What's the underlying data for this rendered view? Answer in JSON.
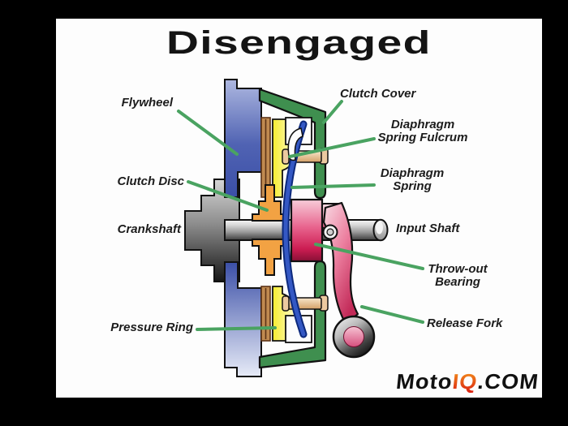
{
  "title": "Disengaged",
  "diagram_labels": {
    "flywheel": "Flywheel",
    "clutch_disc": "Clutch Disc",
    "crankshaft": "Crankshaft",
    "pressure_ring": "Pressure Ring",
    "clutch_cover": "Clutch Cover",
    "diaphragm_spring_fulcrum": {
      "line1": "Diaphragm",
      "line2": "Spring Fulcrum"
    },
    "diaphragm_spring": {
      "line1": "Diaphragm",
      "line2": "Spring"
    },
    "input_shaft": "Input Shaft",
    "throw_out_bearing": {
      "line1": "Throw-out",
      "line2": "Bearing"
    },
    "release_fork": "Release Fork"
  },
  "logo": {
    "moto": "Moto",
    "iq": "IQ",
    "dot_com": ".COM"
  },
  "colors": {
    "background": "#000000",
    "paper": "#fdfdfd",
    "leader_line_green": "#4aa361",
    "clutch_cover_green": "#3f8f4f",
    "flywheel_blue_dark": "#3b4fa7",
    "flywheel_blue_light": "#e7ebf7",
    "clutch_disc_orange": "#f2a243",
    "pressure_plate_yellow": "#f6ec2e",
    "diaphragm_spring_blue": "#3458c4",
    "bearing_pink": "#cc1d52",
    "metal_gray": "#9a9a9a",
    "logo_iq_red": "#d91c10"
  }
}
